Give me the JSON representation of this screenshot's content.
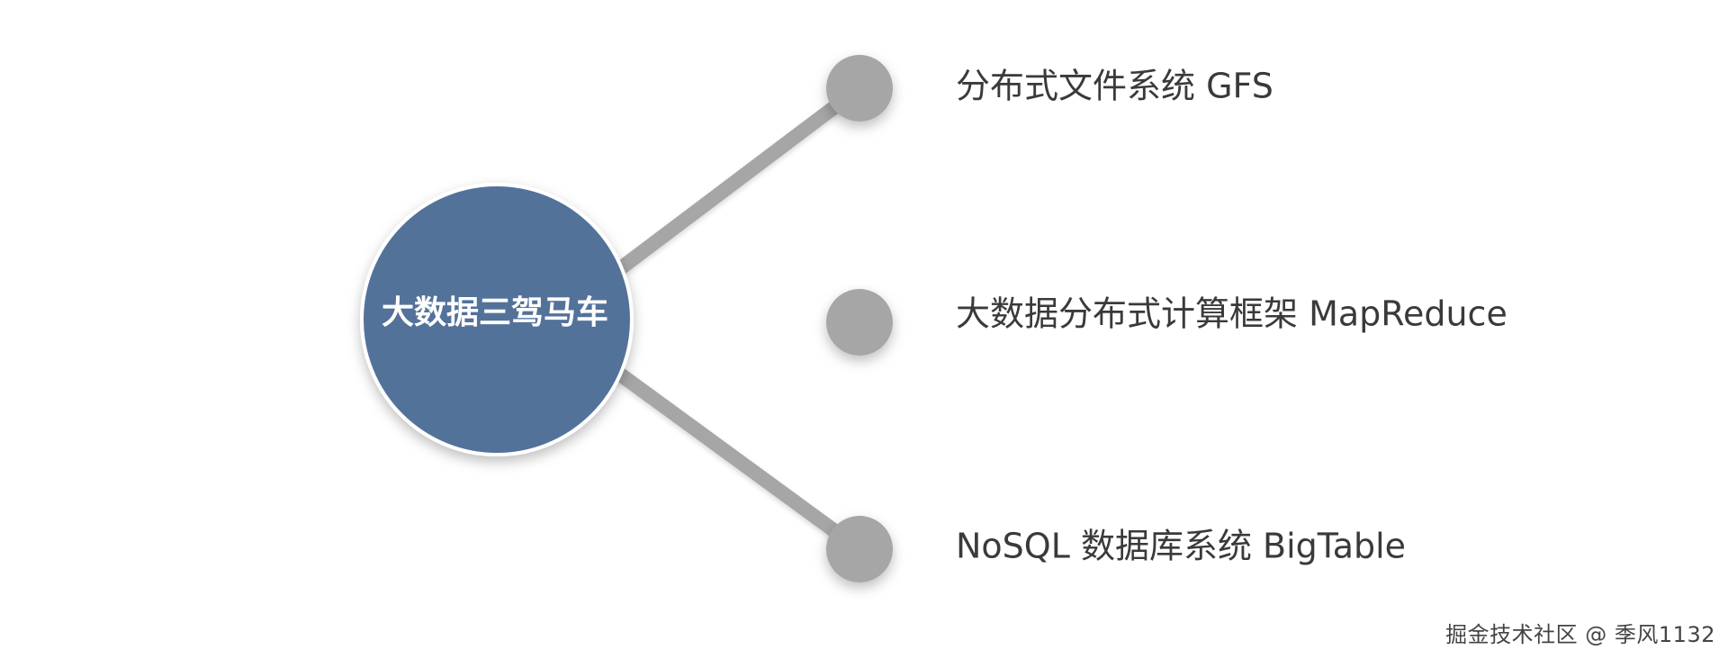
{
  "center": {
    "label": "大数据三驾马车",
    "color": "#53729a"
  },
  "branches": [
    {
      "label": "分布式文件系统 GFS"
    },
    {
      "label": "大数据分布式计算框架 MapReduce"
    },
    {
      "label": "NoSQL 数据库系统 BigTable"
    }
  ],
  "colors": {
    "connector": "#a6a6a6",
    "node": "#a6a6a6",
    "text": "#3a3a3a"
  },
  "watermark": "掘金技术社区 @ 季风1132"
}
